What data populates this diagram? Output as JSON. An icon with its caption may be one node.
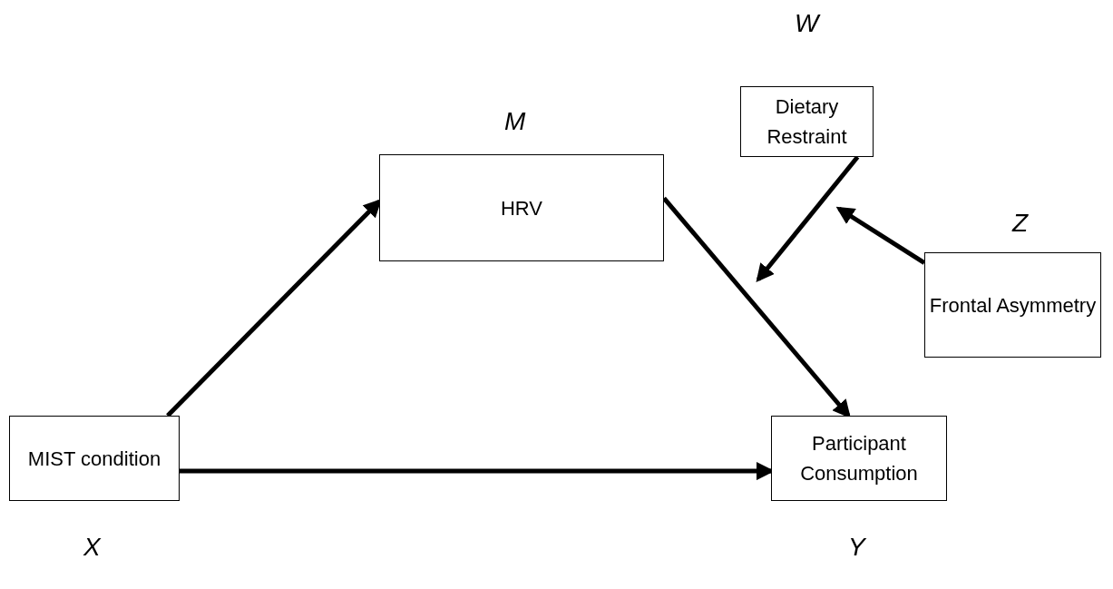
{
  "diagram": {
    "nodes": [
      {
        "text": [
          "Dietary Restraint"
        ],
        "beside": [
          "W"
        ]
      },
      {
        "text": [
          "HRV"
        ],
        "beside": [
          "M"
        ]
      },
      {
        "text": [
          "Frontal Asymmetry"
        ],
        "beside": [
          "Z"
        ]
      },
      {
        "text": [
          "MIST condition"
        ],
        "beside": [
          "X"
        ]
      },
      {
        "text": [
          "Participant Consumption"
        ],
        "beside": [
          "Y"
        ]
      }
    ],
    "edges": [
      {
        "from": 3,
        "to": 1,
        "arrow": "to"
      },
      {
        "from": 1,
        "to": 4,
        "arrow": "to"
      },
      {
        "from": 3,
        "to": 4,
        "arrow": "to"
      },
      {
        "from": 0,
        "to": null,
        "arrow": "to"
      },
      {
        "from": 2,
        "to": null,
        "arrow": "to"
      }
    ]
  }
}
